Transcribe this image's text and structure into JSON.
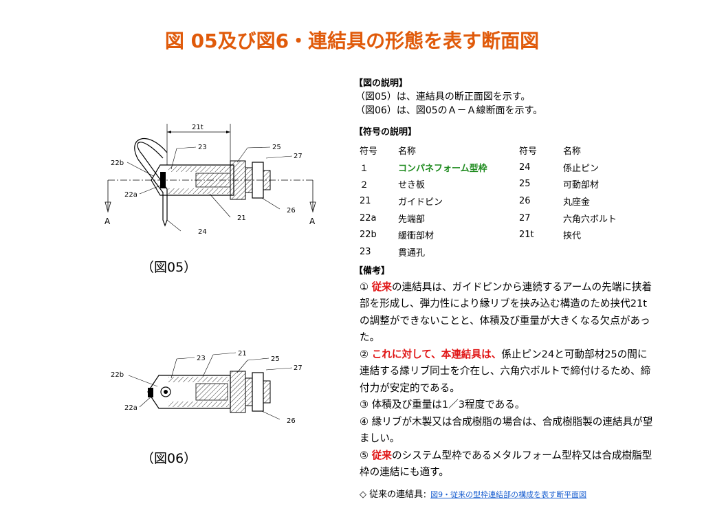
{
  "title": "図 05及び図6・連結具の形態を表す断面図",
  "fig05": {
    "caption": "（図05）",
    "labels": {
      "dim": "21t",
      "l23": "23",
      "l25": "25",
      "l27": "27",
      "l22b": "22b",
      "l22a": "22a",
      "l26": "26",
      "l21": "21",
      "l24": "24",
      "secA_left": "A",
      "secA_right": "A"
    }
  },
  "fig06": {
    "caption": "（図06）",
    "labels": {
      "l23": "23",
      "l21": "21",
      "l25": "25",
      "l27": "27",
      "l22b": "22b",
      "l22a": "22a",
      "l26": "26"
    }
  },
  "figure_description": {
    "header": "【図の説明】",
    "lines": [
      "（図05）は、連結具の断正面図を示す。",
      "（図06）は、図05のＡ－Ａ線断面を示す。"
    ]
  },
  "symbols": {
    "header": "【符号の説明】",
    "columns": [
      "符号",
      "名称",
      "符号",
      "名称"
    ],
    "rows": [
      [
        "１",
        "コンパネフォーム型枠",
        "24",
        "係止ピン"
      ],
      [
        "２",
        "せき板",
        "25",
        "可動部材"
      ],
      [
        "21",
        "ガイドピン",
        "26",
        "丸座金"
      ],
      [
        "22a",
        "先端部",
        "27",
        "六角穴ボルト"
      ],
      [
        "22b",
        "緩衝部材",
        "21t",
        "挟代"
      ],
      [
        "23",
        "貫通孔",
        "",
        ""
      ]
    ]
  },
  "remarks": {
    "header": "【備考】",
    "n1_mark": "①",
    "n1_red": "従来",
    "n1_text": "の連結具は、ガイドピンから連続するアームの先端に挟着部を形成し、弾力性により縁リブを挟み込む構造のため挟代21tの調整ができないことと、体積及び重量が大きくなる欠点があった。",
    "n2_mark": "②",
    "n2_red": "これに対して、本連結具は、",
    "n2_text": "係止ピン24と可動部材25の間に連結する縁リブ同士を介在し、六角穴ボルトで締付けるため、締付力が安定的である。",
    "n3": "③ 体積及び重量は1／3程度である。",
    "n4": "④ 縁リブが木製又は合成樹脂の場合は、合成樹脂製の連結具が望ましい。",
    "n5_mark": "⑤",
    "n5_red": "従来",
    "n5_text": "のシステム型枠であるメタルフォーム型枠又は合成樹脂型枠の連結にも適す。"
  },
  "see_also": {
    "prefix": "◇ 従来の連結具",
    "sep": "：",
    "link": "図9・従来の型枠連結部の構成を表す断平面図"
  },
  "colors": {
    "title": "#e05a0a",
    "green": "#1d8a1d",
    "red": "#e01515",
    "link": "#1a5fd0"
  }
}
